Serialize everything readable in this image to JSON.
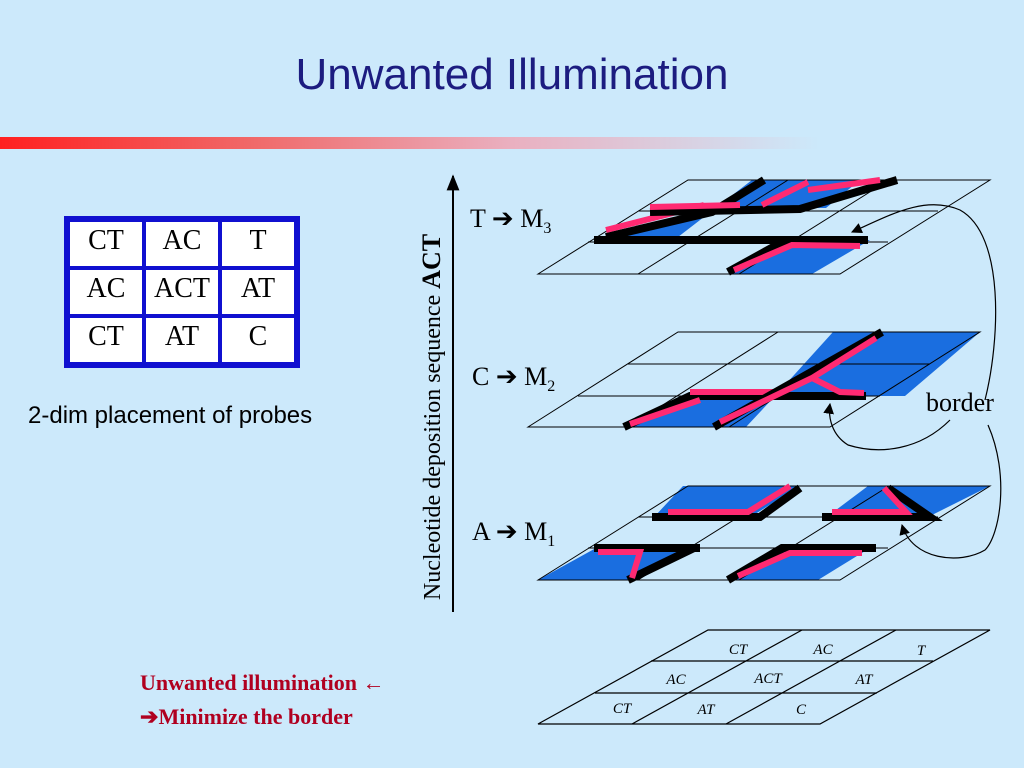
{
  "title": "Unwanted Illumination",
  "probe_grid": {
    "rows": [
      [
        "CT",
        "AC",
        "T"
      ],
      [
        "AC",
        "ACT",
        "AT"
      ],
      [
        "CT",
        "AT",
        "C"
      ]
    ]
  },
  "grid_caption": "2-dim placement of probes",
  "axis_label": "Nucleotide deposition sequence",
  "axis_sequence": "ACT",
  "masks": [
    {
      "nucleotide": "T",
      "mask": "M",
      "index": "3"
    },
    {
      "nucleotide": "C",
      "mask": "M",
      "index": "2"
    },
    {
      "nucleotide": "A",
      "mask": "M",
      "index": "1"
    }
  ],
  "arrow_symbol": "➔",
  "border_label": "border",
  "notes": {
    "line1": "Unwanted illumination",
    "line1_arrow": "←",
    "line2_arrow": "➔",
    "line2": "Minimize the border"
  },
  "bottom_grid": {
    "rows": [
      [
        "CT",
        "AC",
        "T"
      ],
      [
        "AC",
        "ACT",
        "AT"
      ],
      [
        "CT",
        "AT",
        "C"
      ]
    ]
  },
  "colors": {
    "background": "#cce9fb",
    "title": "#1c1c80",
    "grid_blue": "#1010d0",
    "exposed_blue": "#1a6ee0",
    "pink": "#ff2a72",
    "note_red": "#b00020"
  }
}
